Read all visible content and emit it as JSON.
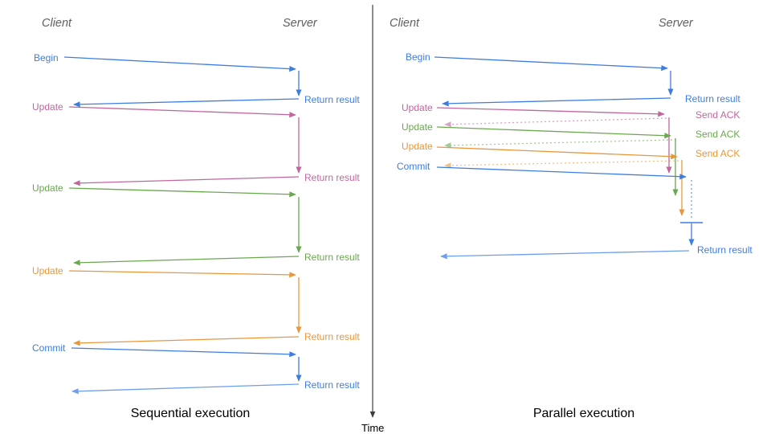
{
  "colors": {
    "blue": "#3e7de0",
    "light_blue": "#6d9eeb",
    "pink": "#c0679c",
    "green": "#6aa84f",
    "orange": "#e8973a",
    "header_gray": "#5f5f5f",
    "axis": "#3d3d3d",
    "title": "#000000"
  },
  "time_axis": {
    "label": "Time"
  },
  "left_panel": {
    "title": "Sequential execution",
    "client_header": "Client",
    "server_header": "Server",
    "messages": [
      {
        "request": "Begin",
        "response": "Return result"
      },
      {
        "request": "Update",
        "response": "Return result"
      },
      {
        "request": "Update",
        "response": "Return result"
      },
      {
        "request": "Update",
        "response": "Return result"
      },
      {
        "request": "Commit",
        "response": "Return result"
      }
    ]
  },
  "right_panel": {
    "title": "Parallel execution",
    "client_header": "Client",
    "server_header": "Server",
    "messages": [
      {
        "request": "Begin",
        "response": "Return result"
      },
      {
        "request": "Update",
        "response": "Send ACK"
      },
      {
        "request": "Update",
        "response": "Send ACK"
      },
      {
        "request": "Update",
        "response": "Send ACK"
      },
      {
        "request": "Commit",
        "response": "Return result"
      }
    ]
  }
}
